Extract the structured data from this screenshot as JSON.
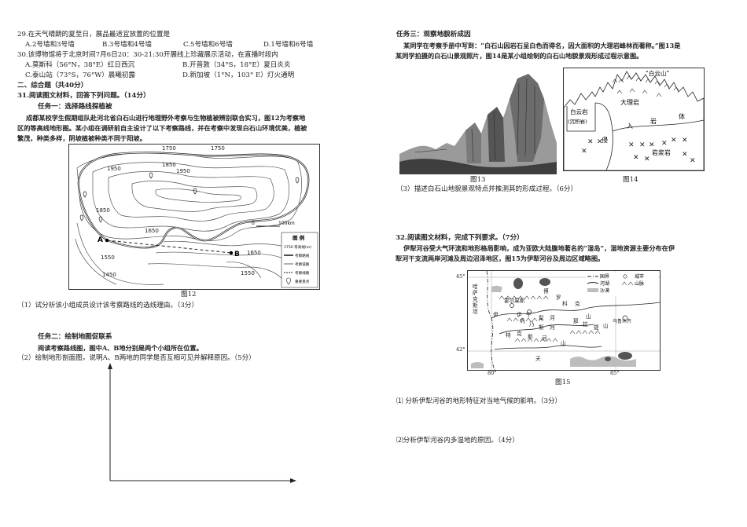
{
  "left": {
    "q29": {
      "stem": "29.在天气晴朗的夏至日，展品最适宜放置的位置是",
      "options": [
        "A.2号墙和3号墙",
        "B.3号墙和4号墙",
        "C.5号墙和6号墙",
        "D.1号墙和6号墙"
      ]
    },
    "q30": {
      "stem": "30.该博物馆将于北京时间7月6日20：30-21:30开展线上珍藏展示活动，在直播时段内",
      "options": [
        "A.莫斯科（56°N，38°E）红日西沉",
        "B.开普敦（34°S，18°E）夏日炎炎",
        "C.泰山站（73°S，76°W）晨曦初露",
        "D.新加坡（1°N，103° E）灯火通明"
      ]
    },
    "section2": "二、综合题（共40分）",
    "q31": {
      "title": "31.阅读图文材料，回答下列问题。（14分）",
      "task1_title": "任务一：选择路线探植被",
      "task1_lines": [
        "成都某校学生假期组队赴河北省白石山进行地理野外考察与生物植被辨别联合实习，图12为考察地",
        "区的等高线地形图。某小组在调研前自主设计了以下考察路线，并在考察中发现白石山环境优美，植被",
        "繁茂，种类多样，阴坡植被种类不同于阳坡。"
      ],
      "fig12_caption": "图12",
      "q1": "（1）试分析该小组成员设计该考察路线的选线理由。（3分）",
      "task2_title": "任务二：绘制地图促联系",
      "task2_line": "阅读考察路线图，图中A、B地分别是两个小组所在位置。",
      "q2": "（2）绘制地形剖面图，说明A、B两地的同学是否互相可见并解释原因。（5分）"
    },
    "fig12": {
      "contours": [
        "1750",
        "1850",
        "1950",
        "1950",
        "1750",
        "1850",
        "1650",
        "1550",
        "1450",
        "1650",
        "1550"
      ],
      "point_a": "A",
      "point_b": "B",
      "scale": [
        "0",
        "100km"
      ],
      "legend_title": "图 例",
      "legend_items": [
        "1750 等高线(m)",
        "考察路线",
        "考察道路",
        "考察线路",
        "重要景点"
      ]
    }
  },
  "right": {
    "task3_title": "任务三：观察地貌析成因",
    "task3_lines": [
      "某同学在考察手册中写到：“白石山因岩石呈白色而得名，因大面积的大理岩峰林而著称。”图13是",
      "某同学拍摄的白石山景观照片，图14是某小组绘制的白石山地貌景观形成过程示意图。"
    ],
    "fig13_caption": "图13",
    "fig14_caption": "图14",
    "fig14": {
      "label_mountain": "“白云山”",
      "label_baiyun": "白云岩",
      "label_sediment": "(沉积岩)",
      "label_marble": "大理岩",
      "label_intrusion": [
        "入",
        "岩",
        "体",
        "侵"
      ],
      "label_magma": "岩浆岩"
    },
    "q3": "（3）描述白石山地貌景观特点并推测其的形成过程。（6分）",
    "q32": {
      "title": "32.阅读图文材料，完成下列要求。（7分）",
      "lines": [
        "伊犁河谷受大气环流和地形格局影响，成为亚欧大陆腹地著名的“湿岛”，湿地资源主要分布在伊",
        "犁河干支流两岸河滩及周边沼泽地区，图15为伊犁河谷及周边区域略图。"
      ],
      "fig15_caption": "图15",
      "q1": "⑴ 分析伊犁河谷的地形特征对当地气候的影响。（3分）",
      "q2": "⑵分析伊犁河谷内多湿地的原因。（4分）"
    },
    "fig15": {
      "lat_top": "45°",
      "lat_bottom": "42°",
      "lon_left": "80°",
      "lon_right": "85°",
      "place_labels": [
        "哈",
        "萨",
        "克",
        "斯",
        "坦",
        "霍尔果斯",
        "博",
        "罗",
        "伊",
        "科",
        "克",
        "伊",
        "宁",
        "犁",
        "河",
        "山",
        "巩",
        "乃",
        "斯",
        "河",
        "那",
        "拉",
        "提",
        "天",
        "山",
        "特",
        "克",
        "斯",
        "河",
        "山",
        "乌鲁木齐"
      ],
      "legend": [
        "国界",
        "城市",
        "河湖",
        "山脉",
        "沙漠"
      ]
    }
  }
}
